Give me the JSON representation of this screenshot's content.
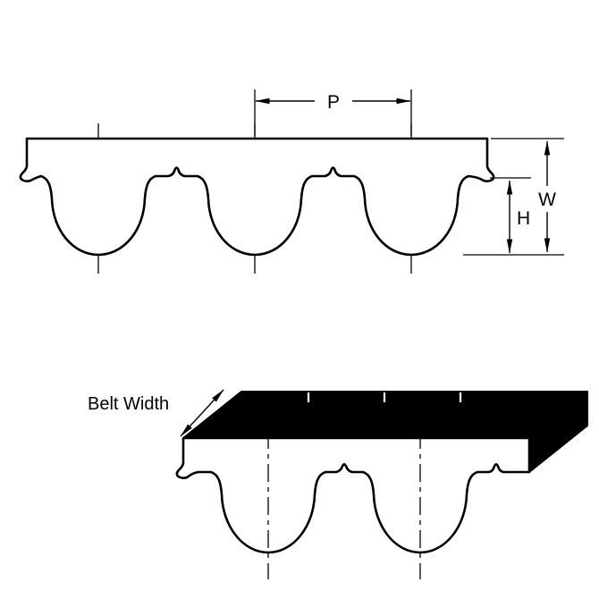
{
  "diagram": {
    "labels": {
      "pitch": "P",
      "overall_thickness": "W",
      "tooth_height": "H",
      "belt_width": "Belt Width"
    },
    "colors": {
      "outline": "#000000",
      "belt_fill": "#ffffff",
      "top_surface": "#000000",
      "background": "#ffffff"
    }
  }
}
